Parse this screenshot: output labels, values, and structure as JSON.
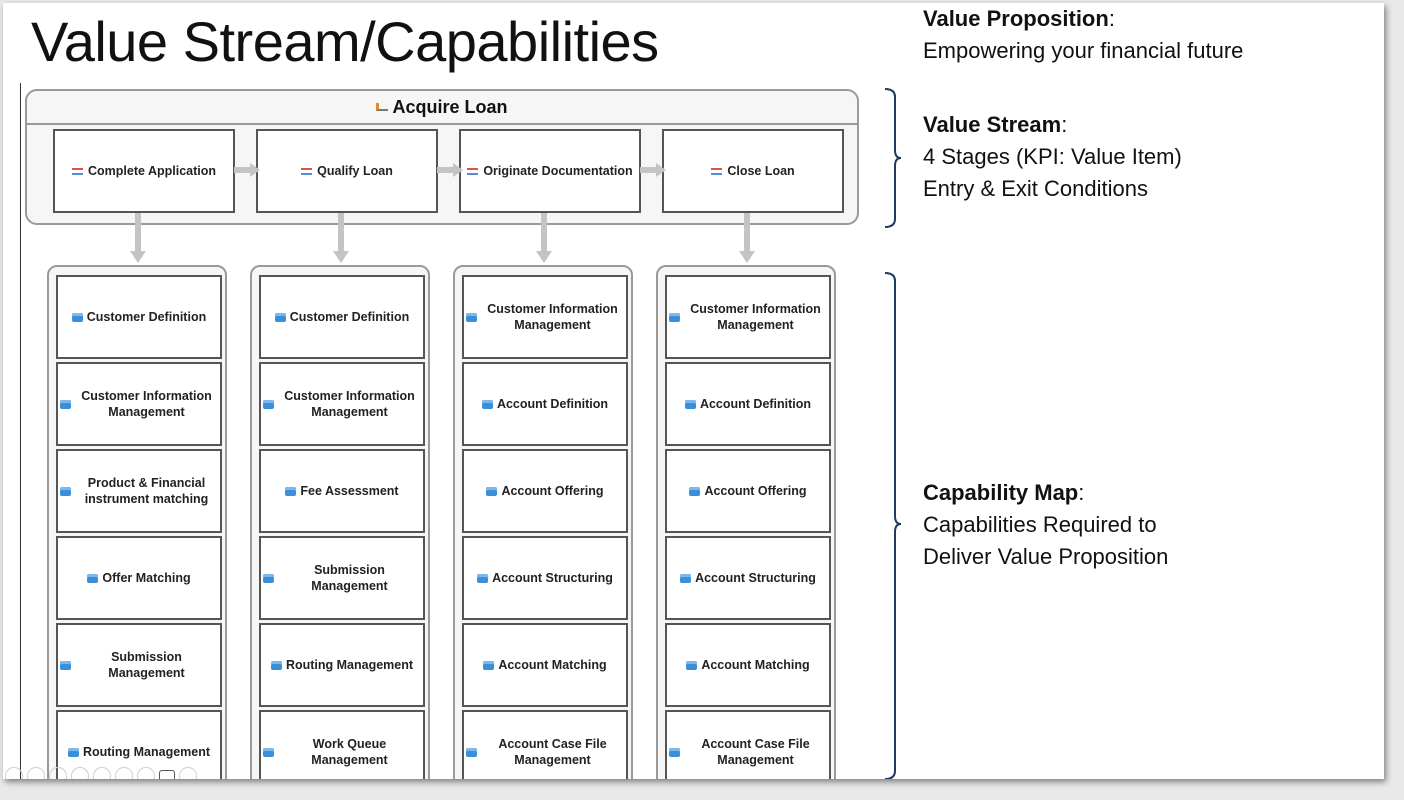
{
  "title": "Value Stream/Capabilities",
  "value_stream": {
    "name": "Acquire Loan",
    "stages": [
      "Complete Application",
      "Qualify Loan",
      "Originate Documentation",
      "Close Loan"
    ]
  },
  "capability_columns": [
    [
      "Customer Definition",
      "Customer Information Management",
      "Product & Financial instrument matching",
      "Offer Matching",
      "Submission Management",
      "Routing Management"
    ],
    [
      "Customer Definition",
      "Customer Information Management",
      "Fee Assessment",
      "Submission Management",
      "Routing Management",
      "Work Queue Management"
    ],
    [
      "Customer Information Management",
      "Account Definition",
      "Account Offering",
      "Account Structuring",
      "Account Matching",
      "Account Case File Management"
    ],
    [
      "Customer Information Management",
      "Account Definition",
      "Account Offering",
      "Account Structuring",
      "Account Matching",
      "Account Case File Management"
    ]
  ],
  "annotations": {
    "value_proposition": {
      "heading": "Value Proposition",
      "colon": ":",
      "lines": [
        "Empowering your financial future"
      ]
    },
    "value_stream": {
      "heading": "Value Stream",
      "colon": ":",
      "lines": [
        "4 Stages (KPI: Value Item)",
        "Entry & Exit Conditions"
      ]
    },
    "capability_map": {
      "heading": "Capability Map",
      "colon": ":",
      "lines": [
        "Capabilities Required to",
        "Deliver Value Proposition"
      ]
    }
  },
  "colors": {
    "connector": "#c4c4c4",
    "bracket": "#1f3a5f",
    "capability_icon": "#3a8fd9"
  }
}
